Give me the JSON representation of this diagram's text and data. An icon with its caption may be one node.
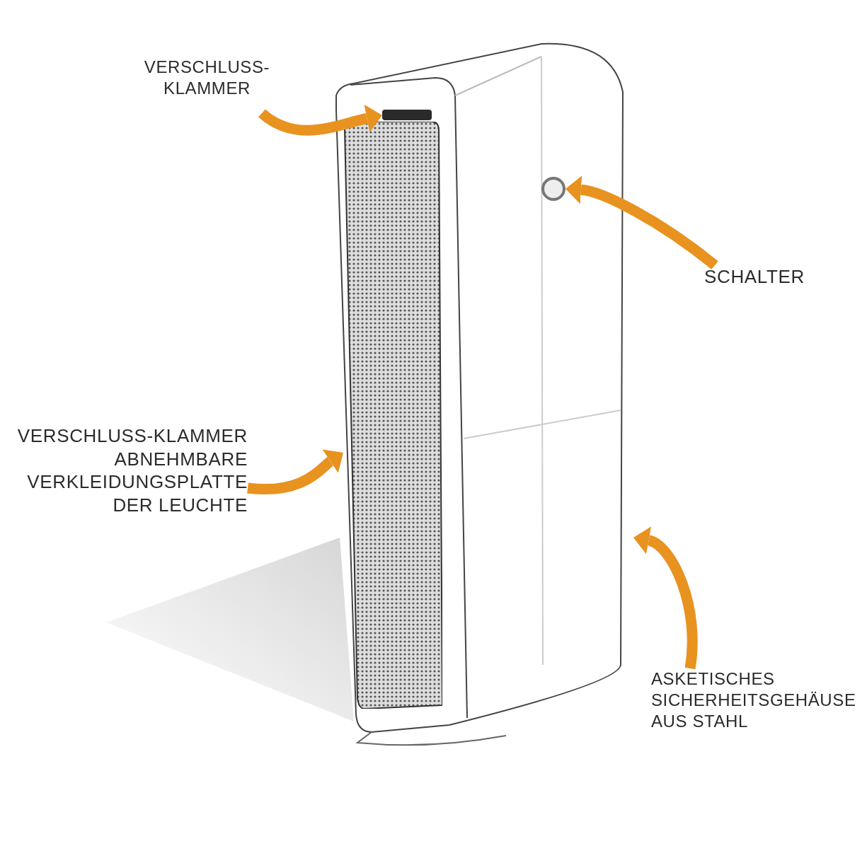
{
  "diagram": {
    "nodes": [
      {
        "text": [
          "VERSCHLUSS- KLAMMER"
        ]
      },
      {
        "text": [],
        "shape": "box"
      },
      {
        "text": [],
        "shape": "bar",
        "in": 1
      },
      {
        "text": [],
        "shape": "circle",
        "in": 1
      },
      {
        "text": [],
        "shape": "box",
        "in": 1
      },
      {
        "text": [
          "SCHALTER"
        ]
      },
      {
        "text": [
          "VERSCHLUSS-KLAMMER ABNEHMBARE VERKLEIDUNGSPLATTE DER LEUCHTE"
        ]
      },
      {
        "text": [
          "ASKETISCHES SICHERHEITSGEHÄUSE AUS STAHL"
        ]
      }
    ],
    "edges": [
      {
        "from": 0,
        "to": 2,
        "arrow": "to"
      },
      {
        "from": 5,
        "to": 3,
        "arrow": "to"
      },
      {
        "from": 6,
        "to": 4,
        "arrow": "to"
      },
      {
        "from": 7,
        "to": 1,
        "arrow": "to"
      }
    ]
  }
}
